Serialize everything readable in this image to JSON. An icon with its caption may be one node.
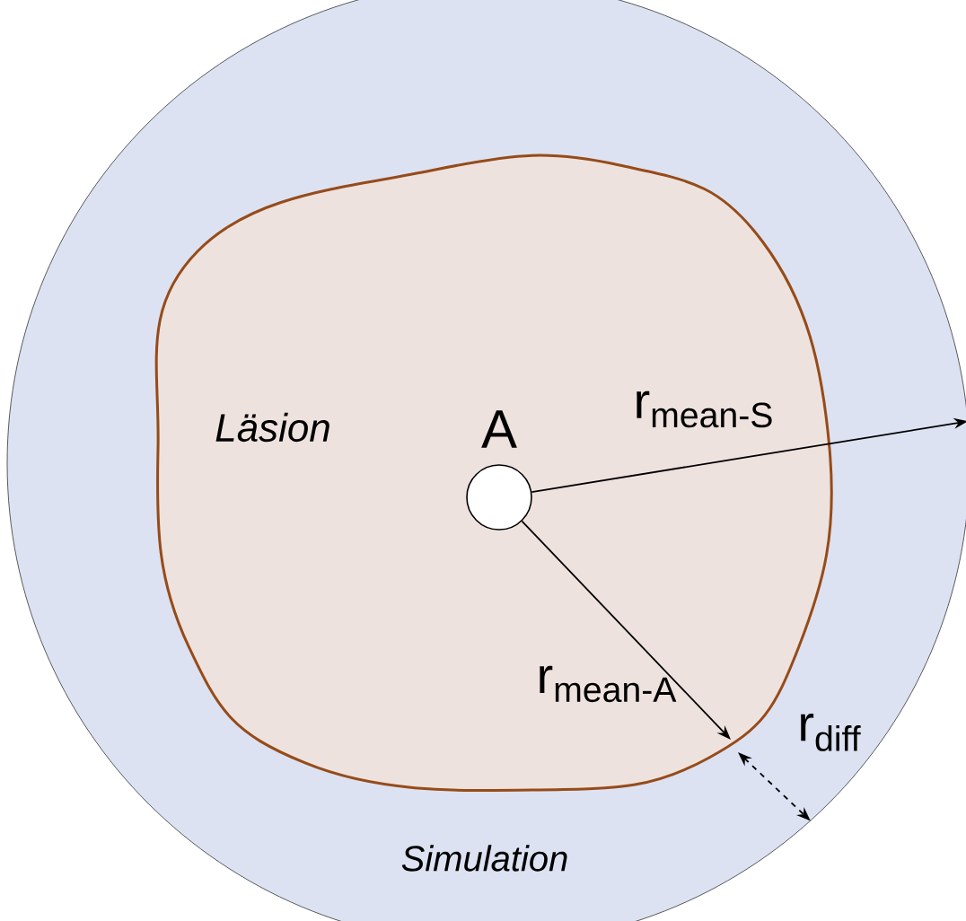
{
  "diagram": {
    "nodes": [
      {
        "text": [
          "*Simulation*"
        ]
      },
      {
        "text": [
          "*Läsion*"
        ],
        "in": 0
      },
      {
        "text": [],
        "shape": "circle",
        "beside": [
          "A"
        ],
        "in": 1
      }
    ],
    "edges": [
      {
        "from": 2,
        "to": 0,
        "arrow": "to",
        "label": "r$_{mean-S}$"
      },
      {
        "from": 2,
        "to": 1,
        "arrow": "to",
        "label": "r$_{mean-A}$"
      },
      {
        "from": 1,
        "to": 0,
        "arrow": "both",
        "style": "dashed",
        "label": "r$_{diff}$"
      }
    ]
  }
}
